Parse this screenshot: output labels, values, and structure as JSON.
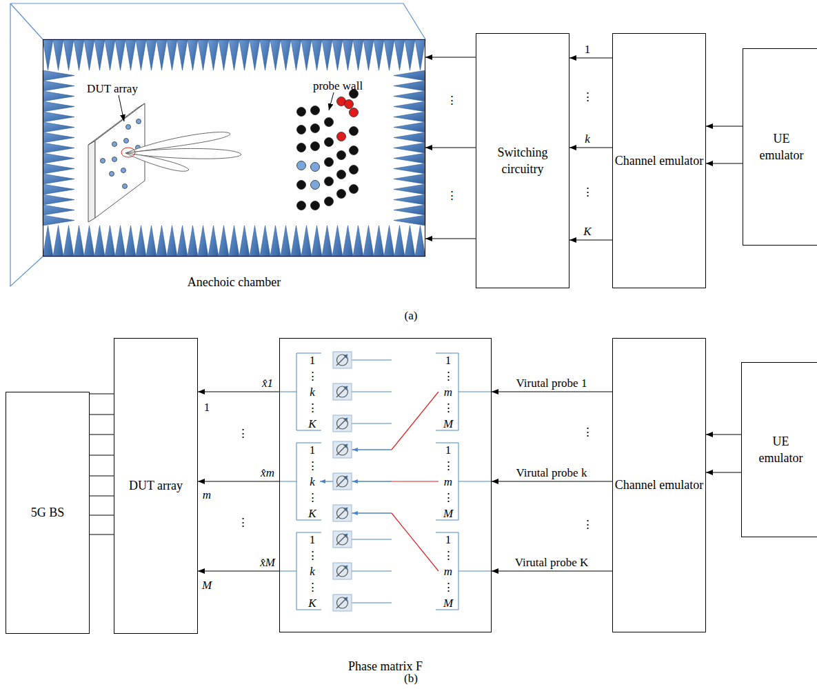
{
  "diagram": {
    "nodes": [
      {
        "text": [
          "Anechoic chamber"
        ]
      },
      {
        "text": [
          "Switching circuitry"
        ]
      },
      {
        "text": [
          "Channel emulator"
        ]
      },
      {
        "text": [
          "UE emulator"
        ]
      },
      {
        "text": [
          "5G BS"
        ]
      },
      {
        "text": [
          "DUT array"
        ]
      },
      {
        "text": [
          "Phase matrix F"
        ]
      },
      {
        "text": [
          "Channel emulator"
        ]
      },
      {
        "text": [
          "UE emulator"
        ]
      }
    ],
    "edges": [
      {
        "from": 1,
        "to": 0,
        "arrow": "to"
      },
      {
        "from": 1,
        "to": 0,
        "arrow": "to"
      },
      {
        "from": 1,
        "to": 0,
        "arrow": "to"
      },
      {
        "from": 2,
        "to": 1,
        "arrow": "to",
        "label": "1"
      },
      {
        "from": 2,
        "to": 1,
        "arrow": "to",
        "label": "k"
      },
      {
        "from": 2,
        "to": 1,
        "arrow": "to",
        "label": "K"
      },
      {
        "from": 3,
        "to": 2,
        "arrow": "to"
      },
      {
        "from": 3,
        "to": 2,
        "arrow": "to"
      },
      {
        "from": 4,
        "to": 5,
        "arrow": "none"
      },
      {
        "from": 4,
        "to": 5,
        "arrow": "none"
      },
      {
        "from": 4,
        "to": 5,
        "arrow": "none"
      },
      {
        "from": 4,
        "to": 5,
        "arrow": "none"
      },
      {
        "from": 4,
        "to": 5,
        "arrow": "none"
      },
      {
        "from": 4,
        "to": 5,
        "arrow": "none"
      },
      {
        "from": 4,
        "to": 5,
        "arrow": "none"
      },
      {
        "from": 4,
        "to": 5,
        "arrow": "none"
      },
      {
        "from": 6,
        "to": 5,
        "arrow": "to",
        "label": "x̂1"
      },
      {
        "from": 6,
        "to": 5,
        "arrow": "to",
        "label": "x̂m"
      },
      {
        "from": 6,
        "to": 5,
        "arrow": "to",
        "label": "x̂M"
      },
      {
        "from": 7,
        "to": 6,
        "arrow": "to",
        "label": "Virutal probe 1"
      },
      {
        "from": 7,
        "to": 6,
        "arrow": "to",
        "label": "Virutal probe k"
      },
      {
        "from": 7,
        "to": 6,
        "arrow": "to",
        "label": "Virutal probe K"
      },
      {
        "from": 8,
        "to": 7,
        "arrow": "to"
      },
      {
        "from": 8,
        "to": 7,
        "arrow": "to"
      }
    ],
    "labels": [
      "DUT array",
      "probe wall",
      "⋮",
      "⋮",
      "⋮",
      "⋮",
      "(a)",
      "1",
      "m",
      "M",
      "⋮",
      "⋮",
      "⋮",
      "⋮",
      "(b)",
      "1",
      "⋮",
      "k",
      "⋮",
      "K",
      "1",
      "⋮",
      "m",
      "⋮",
      "M",
      "1",
      "⋮",
      "k",
      "⋮",
      "K",
      "1",
      "⋮",
      "m",
      "⋮",
      "M",
      "1",
      "⋮",
      "k",
      "⋮",
      "K",
      "1",
      "⋮",
      "m",
      "⋮",
      "M"
    ]
  }
}
